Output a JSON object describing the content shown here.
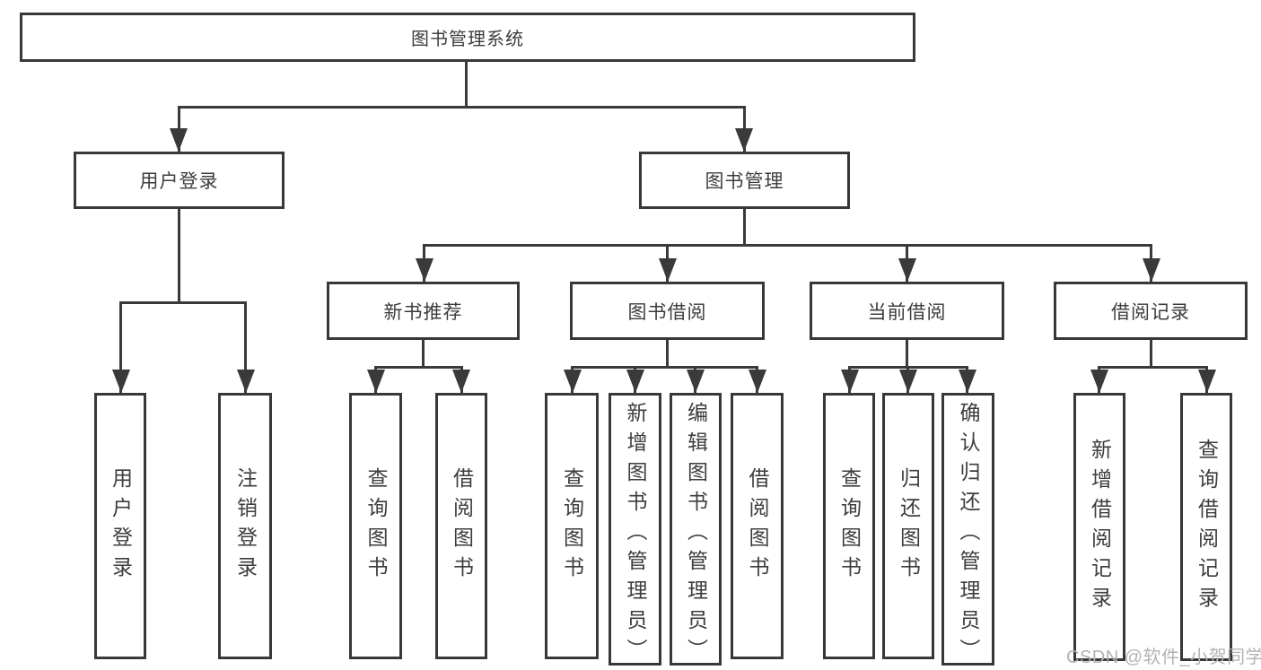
{
  "diagram": {
    "root": {
      "label": "图书管理系统"
    },
    "level2": {
      "user_login": {
        "label": "用户登录"
      },
      "book_mgmt": {
        "label": "图书管理"
      }
    },
    "level3": {
      "new_books": {
        "label": "新书推荐"
      },
      "borrowing": {
        "label": "图书借阅"
      },
      "current": {
        "label": "当前借阅"
      },
      "records": {
        "label": "借阅记录"
      }
    },
    "leaves": {
      "user_login": {
        "label": "用户登录"
      },
      "logout": {
        "label": "注销登录"
      },
      "nb_query": {
        "label": "查询图书"
      },
      "nb_borrow": {
        "label": "借阅图书"
      },
      "bb_query": {
        "label": "查询图书"
      },
      "bb_add": {
        "label": "新增图书（管理员）"
      },
      "bb_edit": {
        "label": "编辑图书（管理员）"
      },
      "bb_borrow": {
        "label": "借阅图书"
      },
      "cb_query": {
        "label": "查询图书"
      },
      "cb_return": {
        "label": "归还图书"
      },
      "cb_confirm": {
        "label": "确认归还（管理员）"
      },
      "rec_add": {
        "label": "新增借阅记录"
      },
      "rec_query": {
        "label": "查询借阅记录"
      }
    },
    "watermark": "CSDN @软件_小贺同学",
    "colors": {
      "line": "#3a3a3a",
      "text": "#3d3d3d",
      "background": "#ffffff",
      "watermark": "#b3b3b3"
    }
  }
}
